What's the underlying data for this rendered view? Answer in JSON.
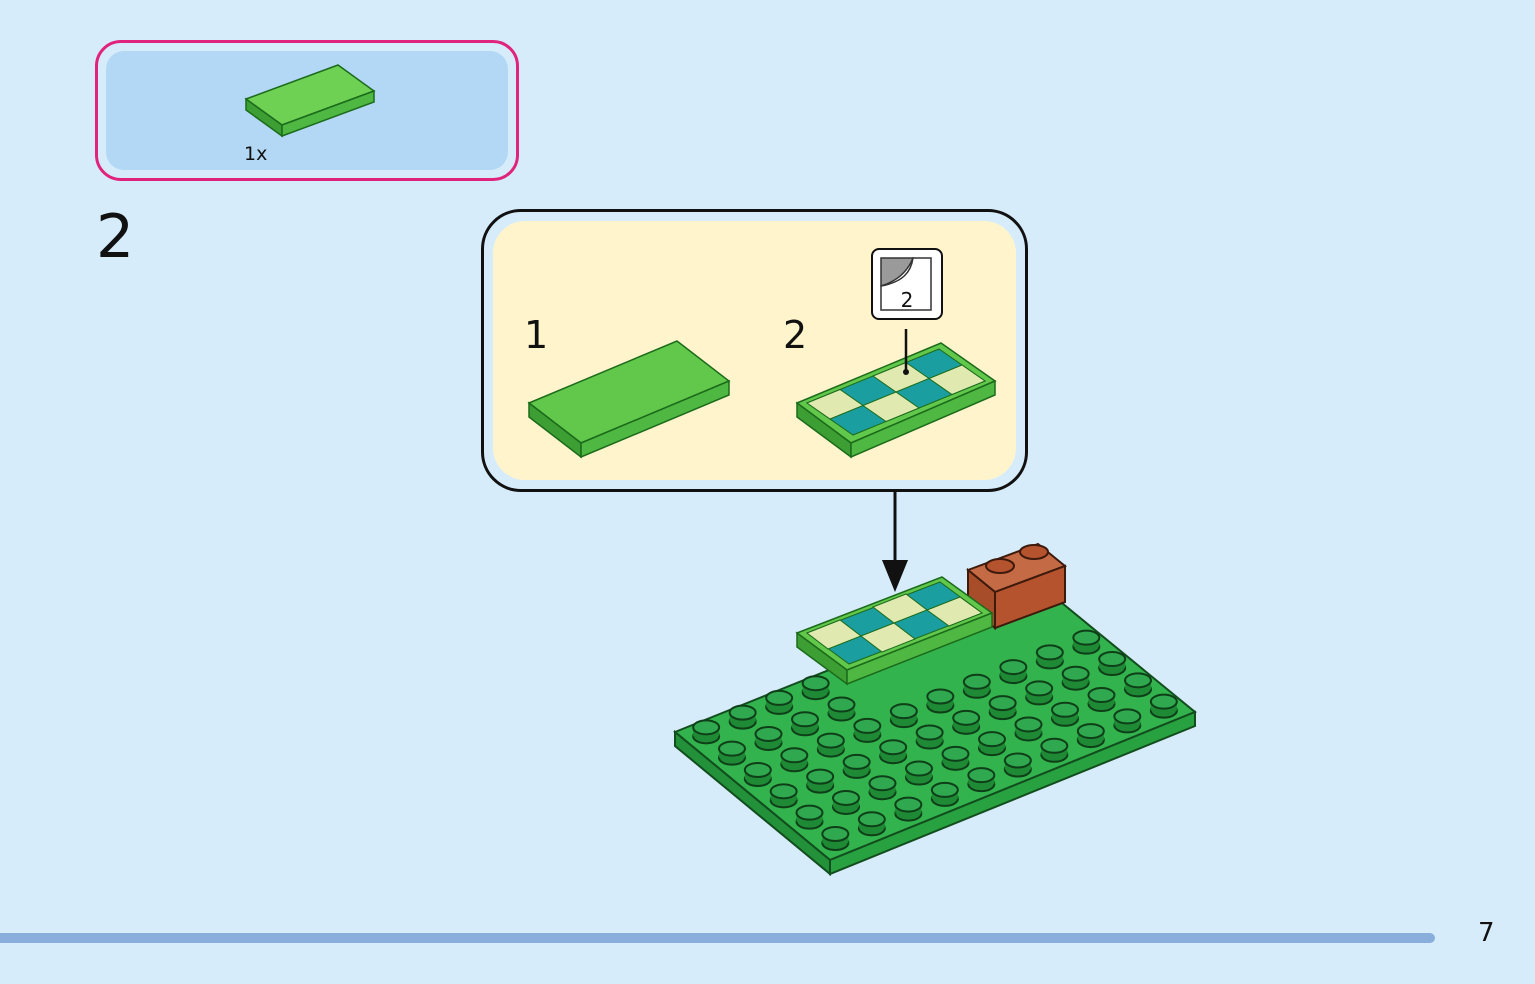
{
  "parts_list": {
    "quantity": "1x",
    "part_color": "#5ec648"
  },
  "step": {
    "number": "2"
  },
  "sub_steps": [
    {
      "number": "1"
    },
    {
      "number": "2"
    }
  ],
  "sticker": {
    "number": "2"
  },
  "colors": {
    "bright_green": "#5ec648",
    "dark_green": "#2fa84f",
    "brown": "#b5532f",
    "teal": "#1a9ea0",
    "accent_border": "#e0237c",
    "callout_fill": "#fff4cc"
  },
  "page": {
    "number": "7",
    "progress": 0.935
  }
}
